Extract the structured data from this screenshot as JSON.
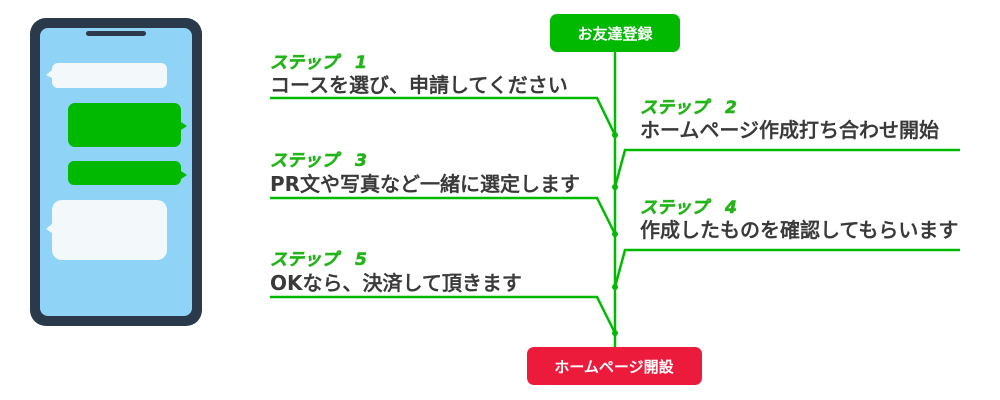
{
  "start_label": "お友達登録",
  "end_label": "ホームページ開設",
  "steps": [
    {
      "label": "ステップ　1",
      "text": "コースを選び、申請してください"
    },
    {
      "label": "ステップ　2",
      "text": "ホームページ作成打ち合わせ開始"
    },
    {
      "label": "ステップ　3",
      "text": "PR文や写真など一緒に選定します"
    },
    {
      "label": "ステップ　4",
      "text": "作成したものを確認してもらいます"
    },
    {
      "label": "ステップ　5",
      "text": "OKなら、決済して頂きます"
    }
  ],
  "colors": {
    "green": "#00b900",
    "red": "#ec1b3b",
    "phone": "#2b3a4a",
    "screen": "#8fd4f6",
    "text": "#3a3a3a"
  }
}
